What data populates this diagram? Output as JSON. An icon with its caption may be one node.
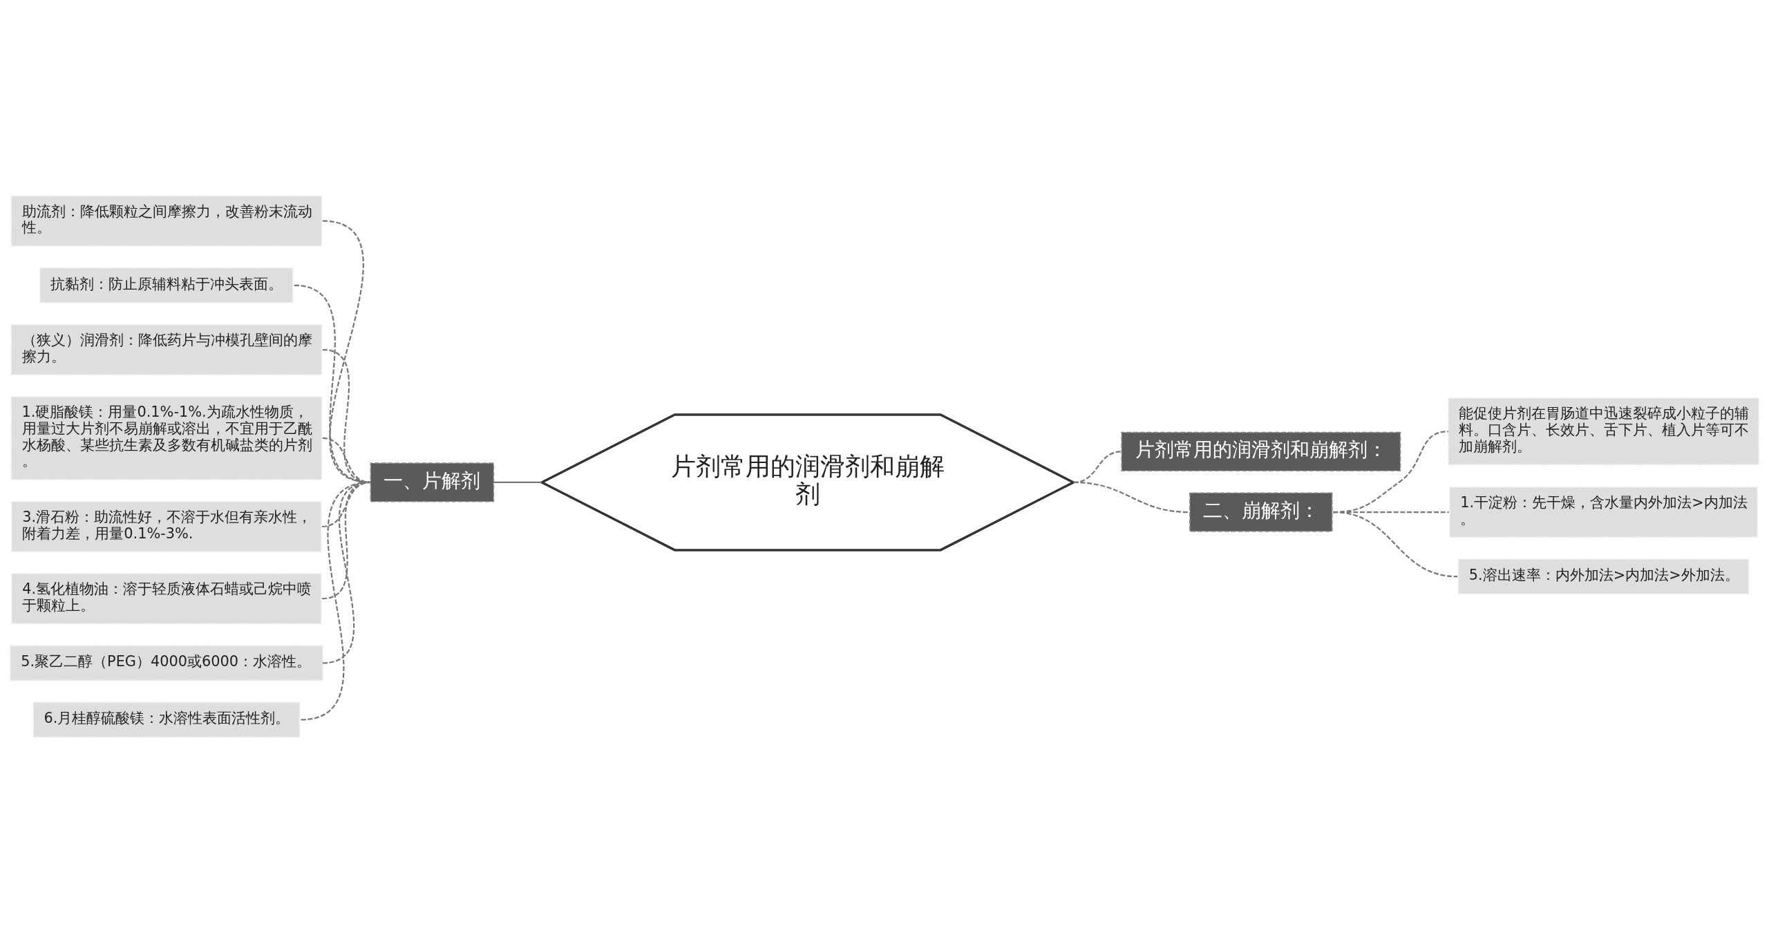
{
  "diagram": {
    "nodes": [
      {
        "text": [
          "片剂常用的润滑剂和崩解剂"
        ]
      },
      {
        "text": [
          "一、片解剂"
        ]
      },
      {
        "text": [
          "助流剂：降低颗粒之间摩擦力，改善粉末流动性。"
        ]
      },
      {
        "text": [
          "抗黏剂：防止原辅料粘于冲头表面。"
        ]
      },
      {
        "text": [
          "（狭义）润滑剂：降低药片与冲模孔壁间的摩擦力。"
        ]
      },
      {
        "text": [
          "1.硬脂酸镁：用量0.1%-1%.为疏水性物质，用量过大片剂不易崩解或溶出，不宜用于乙酰水杨酸、某些抗生素及多数有机碱盐类的片剂。"
        ]
      },
      {
        "text": [
          "3.滑石粉：助流性好，不溶于水但有亲水性，附着力差，用量0.1%-3%."
        ]
      },
      {
        "text": [
          "4.氢化植物油：溶于轻质液体石蜡或己烷中喷于颗粒上。"
        ]
      },
      {
        "text": [
          "5.聚乙二醇（PEG）4000或6000：水溶性。"
        ]
      },
      {
        "text": [
          "6.月桂醇硫酸镁：水溶性表面活性剂。"
        ]
      },
      {
        "text": [
          "片剂常用的润滑剂和崩解剂："
        ]
      },
      {
        "text": [
          "二、崩解剂："
        ]
      },
      {
        "text": [
          "能促使片剂在胃肠道中迅速裂碎成小粒子的辅料。口含片、长效片、舌下片、植入片等可不加崩解剂。"
        ]
      },
      {
        "text": [
          "1.干淀粉：先干燥，含水量内外加法>内加法。"
        ]
      },
      {
        "text": [
          "5.溶出速率：内外加法>内加法>外加法。"
        ]
      }
    ],
    "edges": [
      {
        "from": 1,
        "to": 0,
        "arrow": "none"
      },
      {
        "from": 2,
        "to": 1,
        "arrow": "none",
        "style": "dashed"
      },
      {
        "from": 3,
        "to": 1,
        "arrow": "none",
        "style": "dashed"
      },
      {
        "from": 4,
        "to": 1,
        "arrow": "none",
        "style": "dashed"
      },
      {
        "from": 5,
        "to": 1,
        "arrow": "none",
        "style": "dashed"
      },
      {
        "from": 6,
        "to": 1,
        "arrow": "none",
        "style": "dashed"
      },
      {
        "from": 7,
        "to": 1,
        "arrow": "none",
        "style": "dashed"
      },
      {
        "from": 8,
        "to": 1,
        "arrow": "none",
        "style": "dashed"
      },
      {
        "from": 9,
        "to": 1,
        "arrow": "none",
        "style": "dashed"
      },
      {
        "from": 0,
        "to": 10,
        "arrow": "none",
        "style": "dashed"
      },
      {
        "from": 0,
        "to": 11,
        "arrow": "none",
        "style": "dashed"
      },
      {
        "from": 11,
        "to": 12,
        "arrow": "none",
        "style": "dashed"
      },
      {
        "from": 11,
        "to": 13,
        "arrow": "none",
        "style": "dashed"
      },
      {
        "from": 11,
        "to": 14,
        "arrow": "none",
        "style": "dashed"
      }
    ]
  }
}
